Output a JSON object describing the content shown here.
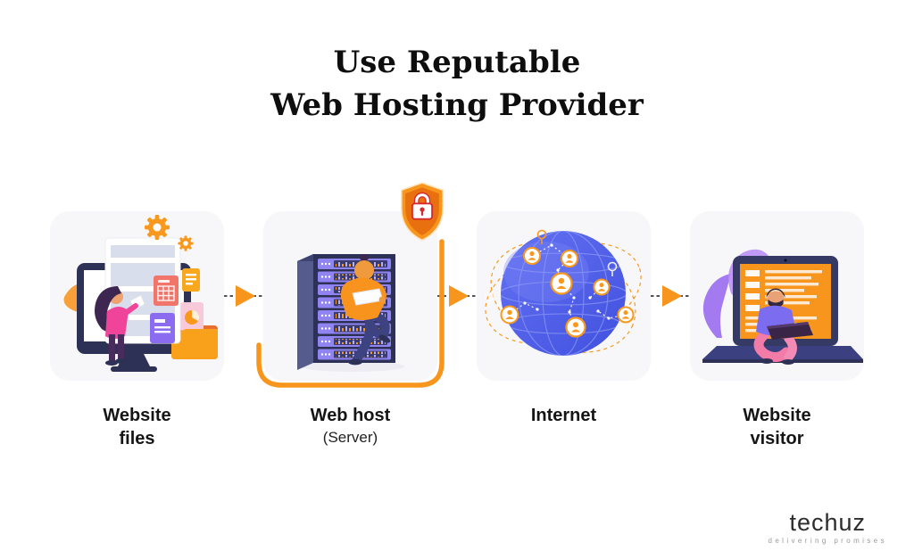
{
  "title": {
    "line1": "Use Reputable",
    "line2": "Web Hosting Provider"
  },
  "steps": [
    {
      "label": "Website files",
      "illustration": "person-managing-website-files-on-monitor"
    },
    {
      "label": "Web host",
      "sublabel": "(Server)",
      "illustration": "person-leaning-on-server-rack",
      "highlighted": true,
      "badge": "shield-with-lock"
    },
    {
      "label": "Internet",
      "illustration": "globe-with-connected-users"
    },
    {
      "label": "Website visitor",
      "illustration": "person-browsing-on-laptop"
    }
  ],
  "icons": {
    "flow_arrow": "right-triangle-arrow",
    "shield": "security-shield",
    "lock": "padlock"
  },
  "colors": {
    "accent_orange": "#F8951D",
    "deep_orange": "#E8700F",
    "panel_bg": "#F7F7F9",
    "navy": "#2E3156",
    "purple": "#8B6CF0",
    "globe_blue": "#4C5BE4",
    "lock_red": "#D7282F",
    "pink": "#F0439A",
    "title_text": "#0E0E0E"
  },
  "logo": {
    "name": "techuz",
    "tagline": "delivering promises"
  }
}
